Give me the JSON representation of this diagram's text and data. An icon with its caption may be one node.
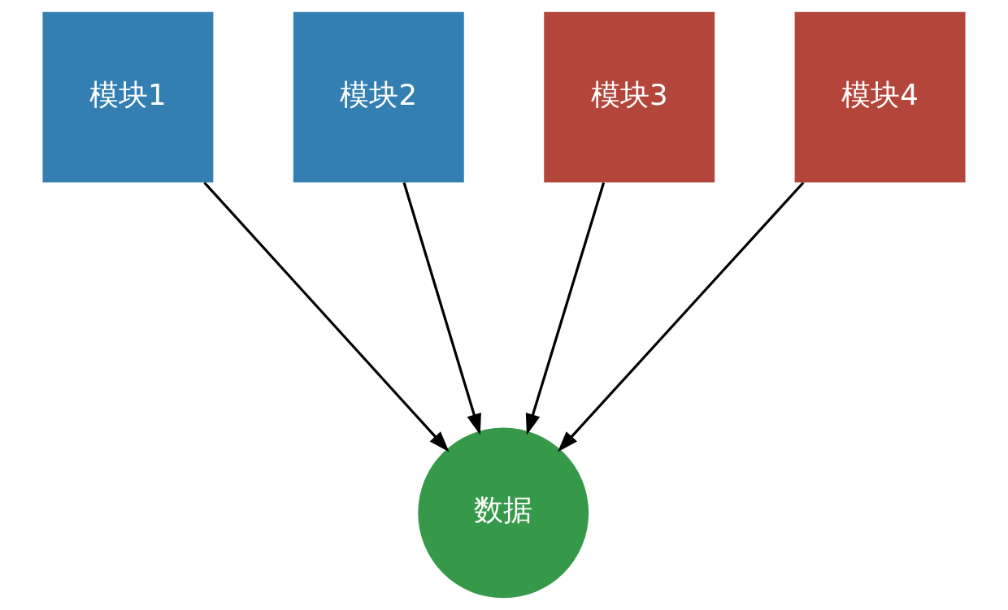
{
  "diagram": {
    "nodes": [
      {
        "text": [
          "模块1"
        ]
      },
      {
        "text": [
          "模块2"
        ]
      },
      {
        "text": [
          "模块3"
        ]
      },
      {
        "text": [
          "模块4"
        ]
      },
      {
        "text": [
          "数据"
        ]
      }
    ],
    "edges": [
      {
        "from": 0,
        "to": 4,
        "arrow": "to"
      },
      {
        "from": 1,
        "to": 4,
        "arrow": "to"
      },
      {
        "from": 2,
        "to": 4,
        "arrow": "to"
      },
      {
        "from": 3,
        "to": 4,
        "arrow": "to"
      }
    ]
  }
}
